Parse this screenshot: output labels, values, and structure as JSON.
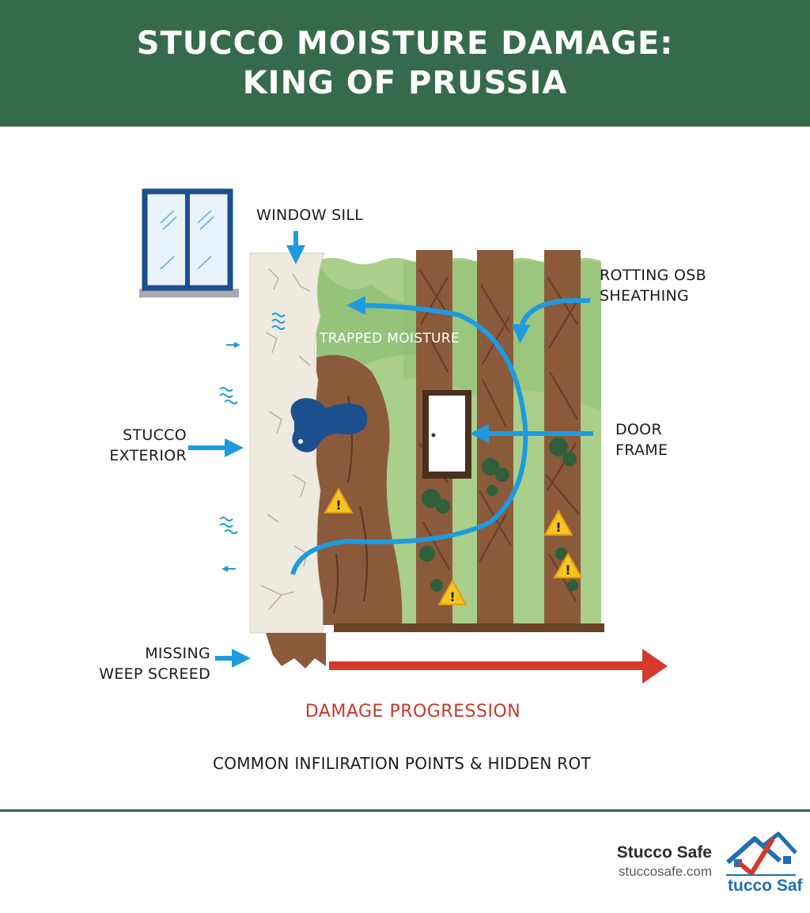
{
  "header": {
    "title_line1": "STUCCO MOISTURE DAMAGE:",
    "title_line2": "KING OF PRUSSIA",
    "background_color": "#366a4c"
  },
  "diagram": {
    "labels": {
      "window_sill": "WINDOW SILL",
      "rotting_line1": "ROTTING OSB",
      "rotting_line2": "SHEATHING",
      "stucco_line1": "STUCCO",
      "stucco_line2": "EXTERIOR",
      "door_line1": "DOOR",
      "door_line2": "FRAME",
      "weep_line1": "MISSING",
      "weep_line2": "WEEP SCREED",
      "trapped_moisture": "TRAPPED MOISTURE"
    },
    "damage_progression": "DAMAGE PROGRESSION",
    "caption": "COMMON INFILIRATION POINTS & HIDDEN ROT",
    "colors": {
      "arrow_blue": "#1e9be0",
      "stucco": "#efeadf",
      "wood": "#8a5a3b",
      "sheathing": "#a9cf8a",
      "warning": "#f6c522",
      "progress_red": "#c8392b"
    },
    "icons": [
      "window-icon",
      "door-icon",
      "water-drop-icon",
      "warning-icon",
      "mold-icon",
      "moisture-wave-icon"
    ]
  },
  "footer": {
    "brand_name": "Stucco Safe",
    "url": "stuccosafe.com",
    "logo_text": "tucco Saf"
  }
}
